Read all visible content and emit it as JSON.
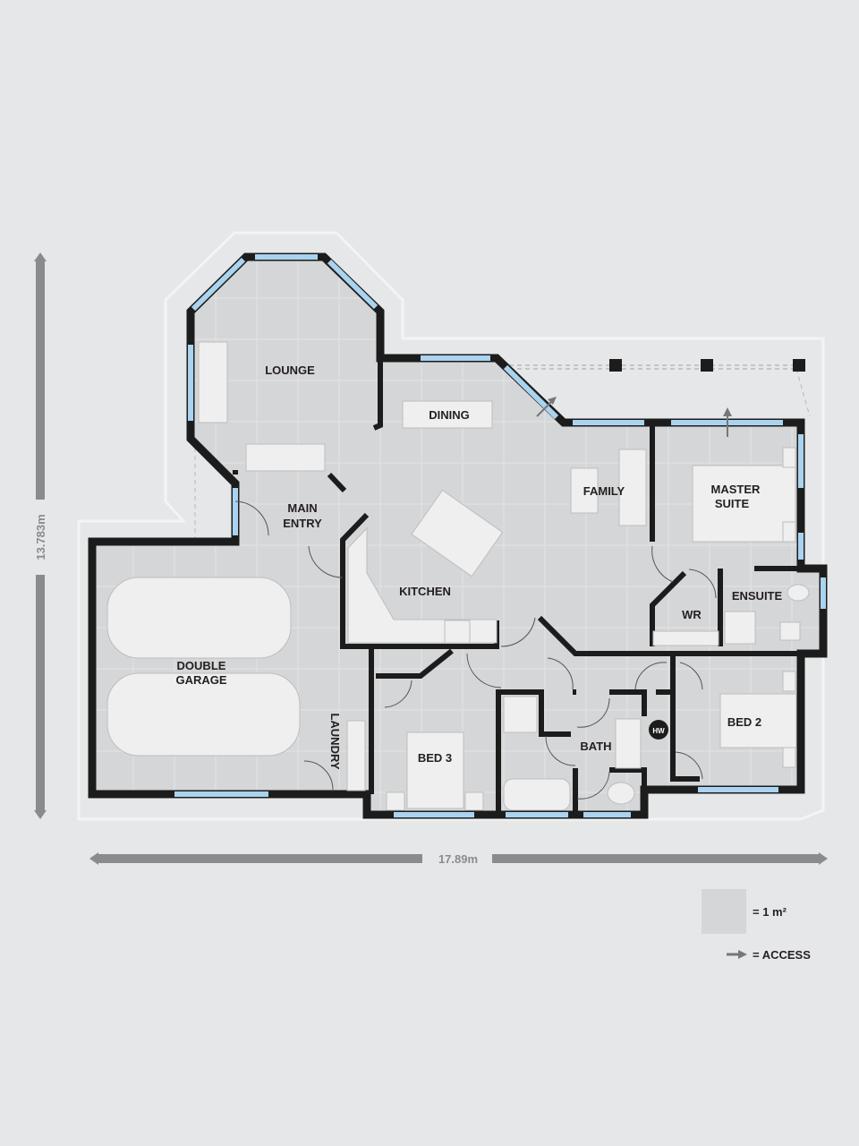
{
  "rooms": {
    "lounge": "LOUNGE",
    "dining": "DINING",
    "family": "FAMILY",
    "master_1": "MASTER",
    "master_2": "SUITE",
    "entry_1": "MAIN",
    "entry_2": "ENTRY",
    "kitchen": "KITCHEN",
    "ensuite": "ENSUITE",
    "wr": "WR",
    "garage_1": "DOUBLE",
    "garage_2": "GARAGE",
    "laundry": "LAUNDRY",
    "bed3": "BED 3",
    "bath": "BATH",
    "bed2": "BED 2",
    "hw": "HW"
  },
  "dimensions": {
    "height": "13.783m",
    "width": "17.89m"
  },
  "legend": {
    "area": "= 1 m²",
    "access": "= ACCESS"
  },
  "colors": {
    "background": "#e6e7e9",
    "floor": "#d5d6d8",
    "wall": "#1c1c1c",
    "window": "#a9d3ef",
    "dimension": "#8a8b8d"
  }
}
